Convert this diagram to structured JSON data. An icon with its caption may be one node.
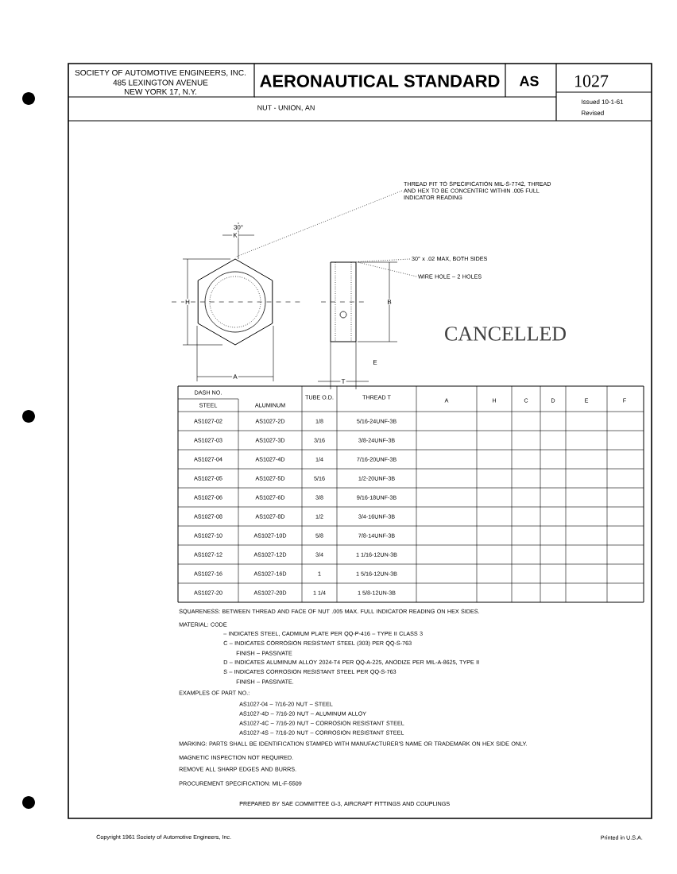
{
  "diagram": {
    "title": "AERONAUTICAL STANDARD",
    "nodes": [
      {
        "text": [
          "THREAD FIT TO SPECIFICATION MIL-S-7742, THREAD AND HEX TO BE CONCENTRIC WITHIN .005 FULL INDICATOR READING"
        ]
      },
      {
        "text": [],
        "shape": "picture"
      },
      {
        "text": [
          "30° x .02 MAX, BOTH SIDES"
        ]
      },
      {
        "text": [
          "WIRE HOLE – 2 HOLES"
        ]
      },
      {
        "text": [],
        "shape": "picture"
      }
    ],
    "edges": [
      {
        "from": 0,
        "to": 1,
        "arrow": "none",
        "style": "dashed"
      },
      {
        "from": 2,
        "to": 4,
        "arrow": "none",
        "style": "dashed"
      },
      {
        "from": 3,
        "to": 4,
        "arrow": "none",
        "style": "dashed"
      }
    ],
    "labels": [
      "SOCIETY OF AUTOMOTIVE ENGINEERS, INC.",
      "485 LEXINGTON AVENUE",
      "NEW YORK 17, N.Y.",
      "AS",
      "1027",
      "NUT - UNION, AN",
      "Issued 10-1-61",
      "Revised",
      "30°",
      "H",
      "K",
      "A",
      "B",
      "T",
      "E",
      "CANCELLED",
      "DASH NO.",
      "TUBE O.D.",
      "THREAD T",
      "A",
      "H",
      "C",
      "D",
      "E",
      "F",
      "STEEL",
      "ALUMINUM",
      "AS1027-02",
      "AS1027-2D",
      "1/8",
      "5/16-24UNF-3B",
      "AS1027-03",
      "AS1027-3D",
      "3/16",
      "3/8-24UNF-3B",
      "AS1027-04",
      "AS1027-4D",
      "1/4",
      "7/16-20UNF-3B",
      "AS1027-05",
      "AS1027-5D",
      "5/16",
      "1/2-20UNF-3B",
      "AS1027-06",
      "AS1027-6D",
      "3/8",
      "9/16-18UNF-3B",
      "AS1027-08",
      "AS1027-8D",
      "1/2",
      "3/4-16UNF-3B",
      "AS1027-10",
      "AS1027-10D",
      "5/8",
      "7/8-14UNF-3B",
      "AS1027-12",
      "AS1027-12D",
      "3/4",
      "1 1/16-12UN-3B",
      "AS1027-16",
      "AS1027-16D",
      "1",
      "1 5/16-12UN-3B",
      "AS1027-20",
      "AS1027-20D",
      "1 1/4",
      "1 5/8-12UN-3B",
      "SQUARENESS: BETWEEN THREAD AND FACE OF NUT .005 MAX. FULL INDICATOR READING ON HEX SIDES.",
      "MATERIAL: CODE",
      "– INDICATES STEEL, CADMIUM PLATE PER QQ-P-416 – TYPE II CLASS 3",
      "C – INDICATES CORROSION RESISTANT STEEL (303) PER QQ-S-763",
      "FINISH – PASSIVATE",
      "D – INDICATES ALUMINUM ALLOY 2024-T4 PER QQ-A-225, ANODIZE PER MIL-A-8625, TYPE II",
      "S – INDICATES CORROSION RESISTANT STEEL PER QQ-S-763",
      "FINISH – PASSIVATE.",
      "EXAMPLES OF PART NO.:",
      "AS1027-04 – 7/16-20 NUT – STEEL",
      "AS1027-4D – 7/16-20 NUT – ALUMINUM ALLOY",
      "AS1027-4C – 7/16-20 NUT – CORROSION RESISTANT STEEL",
      "AS1027-4S – 7/16-20 NUT – CORROSION RESISTANT STEEL",
      "MARKING: PARTS SHALL BE IDENTIFICATION STAMPED WITH MANUFACTURER'S NAME OR TRADEMARK ON HEX SIDE ONLY.",
      "MAGNETIC INSPECTION NOT REQUIRED.",
      "REMOVE ALL SHARP EDGES AND BURRS.",
      "PROCUREMENT SPECIFICATION: MIL-F-5509",
      "PREPARED BY SAE COMMITTEE G-3, AIRCRAFT FITTINGS AND COUPLINGS",
      "Copyright 1961 Society of Automotive Engineers, Inc.",
      "Printed in U.S.A."
    ]
  }
}
